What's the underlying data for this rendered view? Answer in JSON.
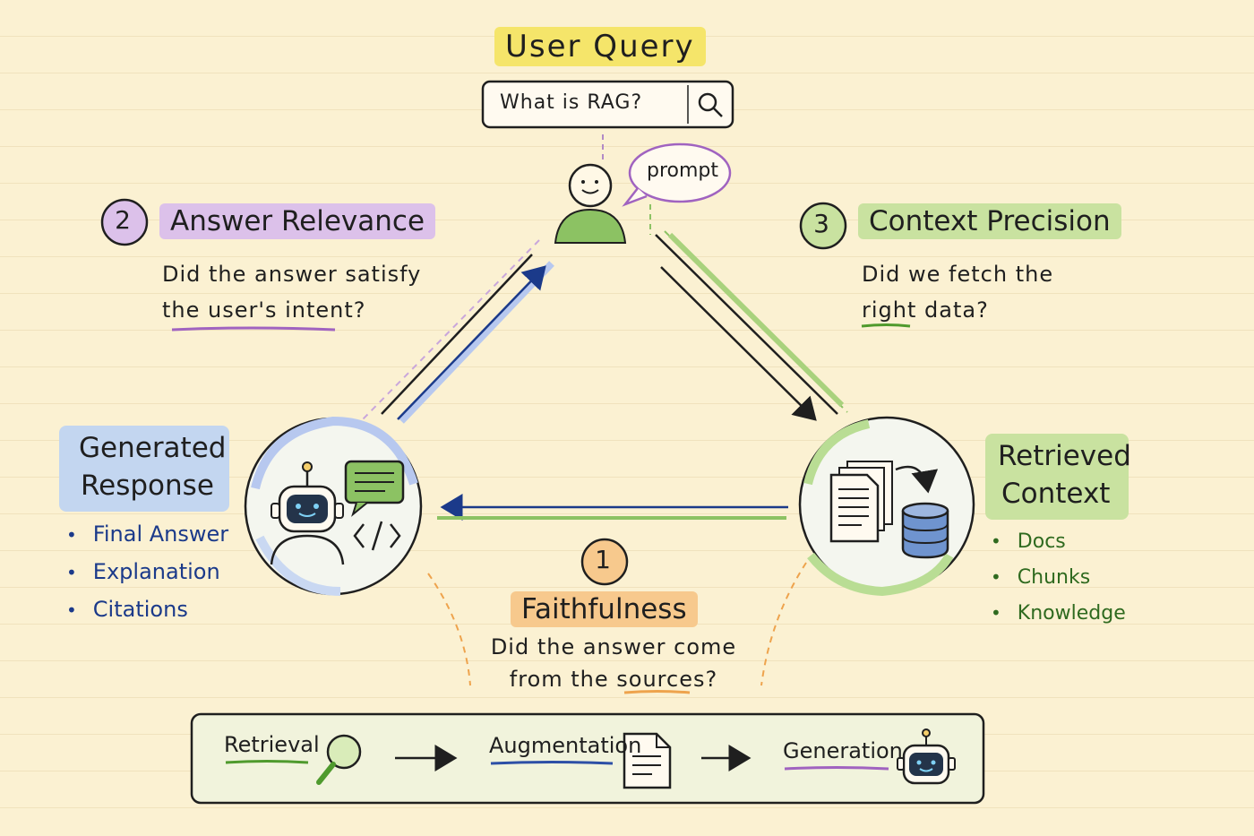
{
  "user_query": {
    "title": "User Query",
    "search_text": "What is RAG?",
    "prompt_label": "prompt"
  },
  "metrics": {
    "answer_relevance": {
      "number": "2",
      "title": "Answer Relevance",
      "question_line1": "Did the answer satisfy",
      "question_line2": "the user's intent?"
    },
    "context_precision": {
      "number": "3",
      "title": "Context Precision",
      "question_line1": "Did we fetch the",
      "question_line2": "right data?"
    },
    "faithfulness": {
      "number": "1",
      "title": "Faithfulness",
      "question_line1": "Did the answer come",
      "question_line2": "from the sources?"
    }
  },
  "generated_response": {
    "title_line1": "Generated",
    "title_line2": "Response",
    "items": [
      "Final Answer",
      "Explanation",
      "Citations"
    ]
  },
  "retrieved_context": {
    "title_line1": "Retrieved",
    "title_line2": "Context",
    "items": [
      "Docs",
      "Chunks",
      "Knowledge"
    ]
  },
  "pipeline": {
    "step1": "Retrieval",
    "step2": "Augmentation",
    "step3": "Generation"
  },
  "colors": {
    "purple": "#dcc1ea",
    "green": "#c9e2a0",
    "blue": "#c3d6f0",
    "orange": "#f7c98d",
    "yellow": "#f5e56a",
    "navy": "#1b3a8a",
    "dark_green": "#2f6a1f"
  }
}
